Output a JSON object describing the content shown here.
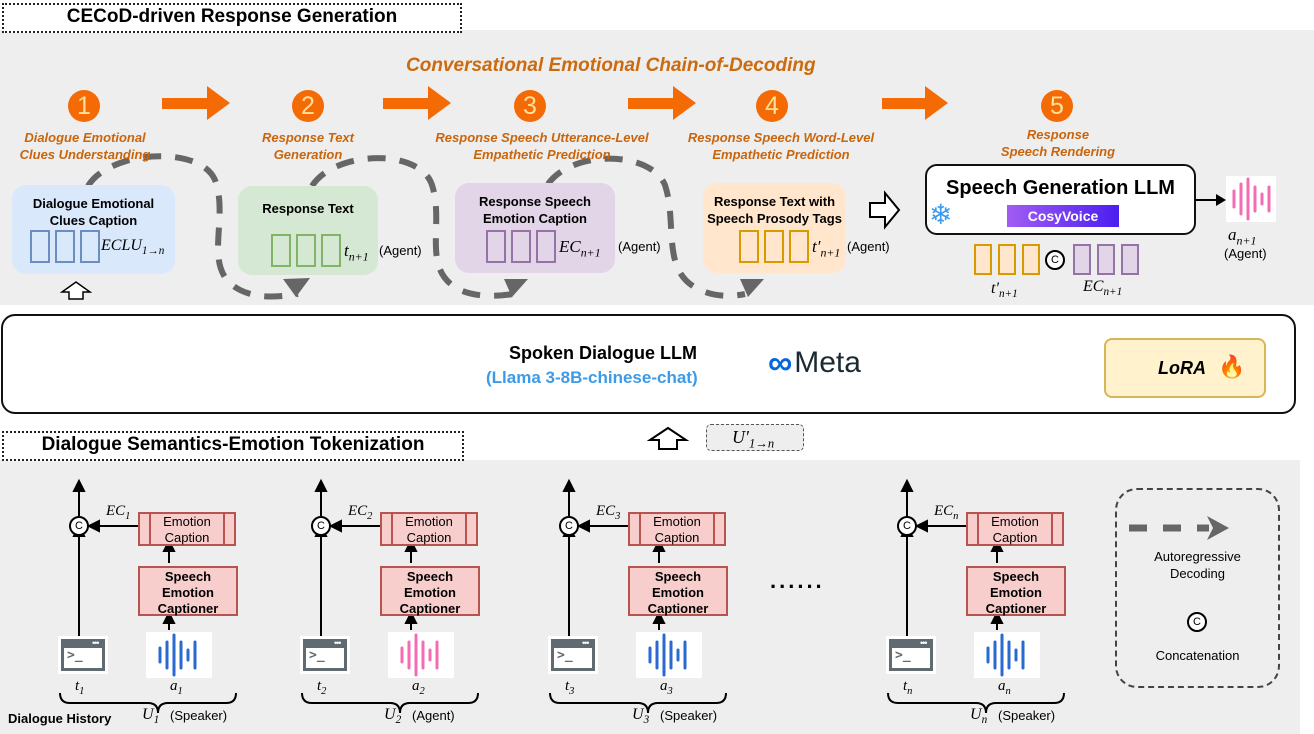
{
  "top_section": {
    "title": "CECoD-driven Response Generation",
    "chain_title": "Conversational Emotional Chain-of-Decoding",
    "steps": [
      {
        "num": "1",
        "label_line1": "Dialogue Emotional",
        "label_line2": "Clues Understanding"
      },
      {
        "num": "2",
        "label_line1": "Response Text",
        "label_line2": "Generation"
      },
      {
        "num": "3",
        "label_line1": "Response Speech Utterance-Level",
        "label_line2": "Empathetic Prediction"
      },
      {
        "num": "4",
        "label_line1": "Response Speech Word-Level",
        "label_line2": "Empathetic Prediction"
      },
      {
        "num": "5",
        "label_line1": "Response",
        "label_line2": "Speech Rendering"
      }
    ],
    "cards": [
      {
        "title_line1": "Dialogue Emotional",
        "title_line2": "Clues Caption",
        "symbol": "ECLU",
        "subscript": "1→n",
        "role": ""
      },
      {
        "title_line1": "Response Text",
        "title_line2": "",
        "symbol": "t",
        "subscript": "n+1",
        "role": "(Agent)"
      },
      {
        "title_line1": "Response Speech",
        "title_line2": "Emotion Caption",
        "symbol": "EC",
        "subscript": "n+1",
        "role": "(Agent)"
      },
      {
        "title_line1": "Response Text with",
        "title_line2": "Speech Prosody Tags",
        "symbol": "t′",
        "subscript": "n+1",
        "role": "(Agent)"
      }
    ],
    "speech_llm": {
      "title": "Speech Generation LLM",
      "badge": "CosyVoice",
      "input_left_symbol": "t′",
      "input_left_sub": "n+1",
      "input_right_symbol": "EC",
      "input_right_sub": "n+1",
      "concat_glyph": "C",
      "output_symbol": "a",
      "output_sub": "n+1",
      "output_role": "(Agent)"
    },
    "colors": {
      "orange_accent": "#f46a05",
      "step_text": "#c9650d",
      "blue_card": "#dae8fc",
      "blue_token": "#6c8ebf",
      "green_card": "#d5e8d4",
      "green_token": "#82b366",
      "purple_card": "#e1d5e7",
      "purple_token": "#9673a6",
      "orange_card": "#ffe6cc",
      "orange_token": "#d79b00",
      "cosyvoice_start": "#a15cf2",
      "cosyvoice_end": "#4b1ef0",
      "pink_wave": "#f46cb4",
      "blue_wave": "#2a6ad0"
    }
  },
  "middle": {
    "llm_title": "Spoken Dialogue LLM",
    "llm_model": "(Llama 3-8B-chinese-chat)",
    "brand": "Meta",
    "lora_label": "LoRA",
    "input_symbol": "U′",
    "input_sub": "1→n"
  },
  "bottom_section": {
    "title": "Dialogue Semantics-Emotion Tokenization",
    "history_label": "Dialogue History",
    "ellipsis": "......",
    "utterances": [
      {
        "ec": "EC",
        "ec_sub": "1",
        "t": "t",
        "t_sub": "1",
        "a": "a",
        "a_sub": "1",
        "u": "U",
        "u_sub": "1",
        "role": "(Speaker)",
        "wave": "blue"
      },
      {
        "ec": "EC",
        "ec_sub": "2",
        "t": "t",
        "t_sub": "2",
        "a": "a",
        "a_sub": "2",
        "u": "U",
        "u_sub": "2",
        "role": "(Agent)",
        "wave": "pink"
      },
      {
        "ec": "EC",
        "ec_sub": "3",
        "t": "t",
        "t_sub": "3",
        "a": "a",
        "a_sub": "3",
        "u": "U",
        "u_sub": "3",
        "role": "(Speaker)",
        "wave": "blue"
      },
      {
        "ec": "EC",
        "ec_sub": "n",
        "t": "t",
        "t_sub": "n",
        "a": "a",
        "a_sub": "n",
        "u": "U",
        "u_sub": "n",
        "role": "(Speaker)",
        "wave": "blue"
      }
    ],
    "emotion_caption_line1": "Emotion",
    "emotion_caption_line2": "Caption",
    "captioner_line1": "Speech",
    "captioner_line2": "Emotion",
    "captioner_line3": "Captioner",
    "concat_glyph": "C",
    "legend": {
      "autoregressive_line1": "Autoregressive",
      "autoregressive_line2": "Decoding",
      "concat_glyph": "C",
      "concat_label": "Concatenation"
    }
  }
}
